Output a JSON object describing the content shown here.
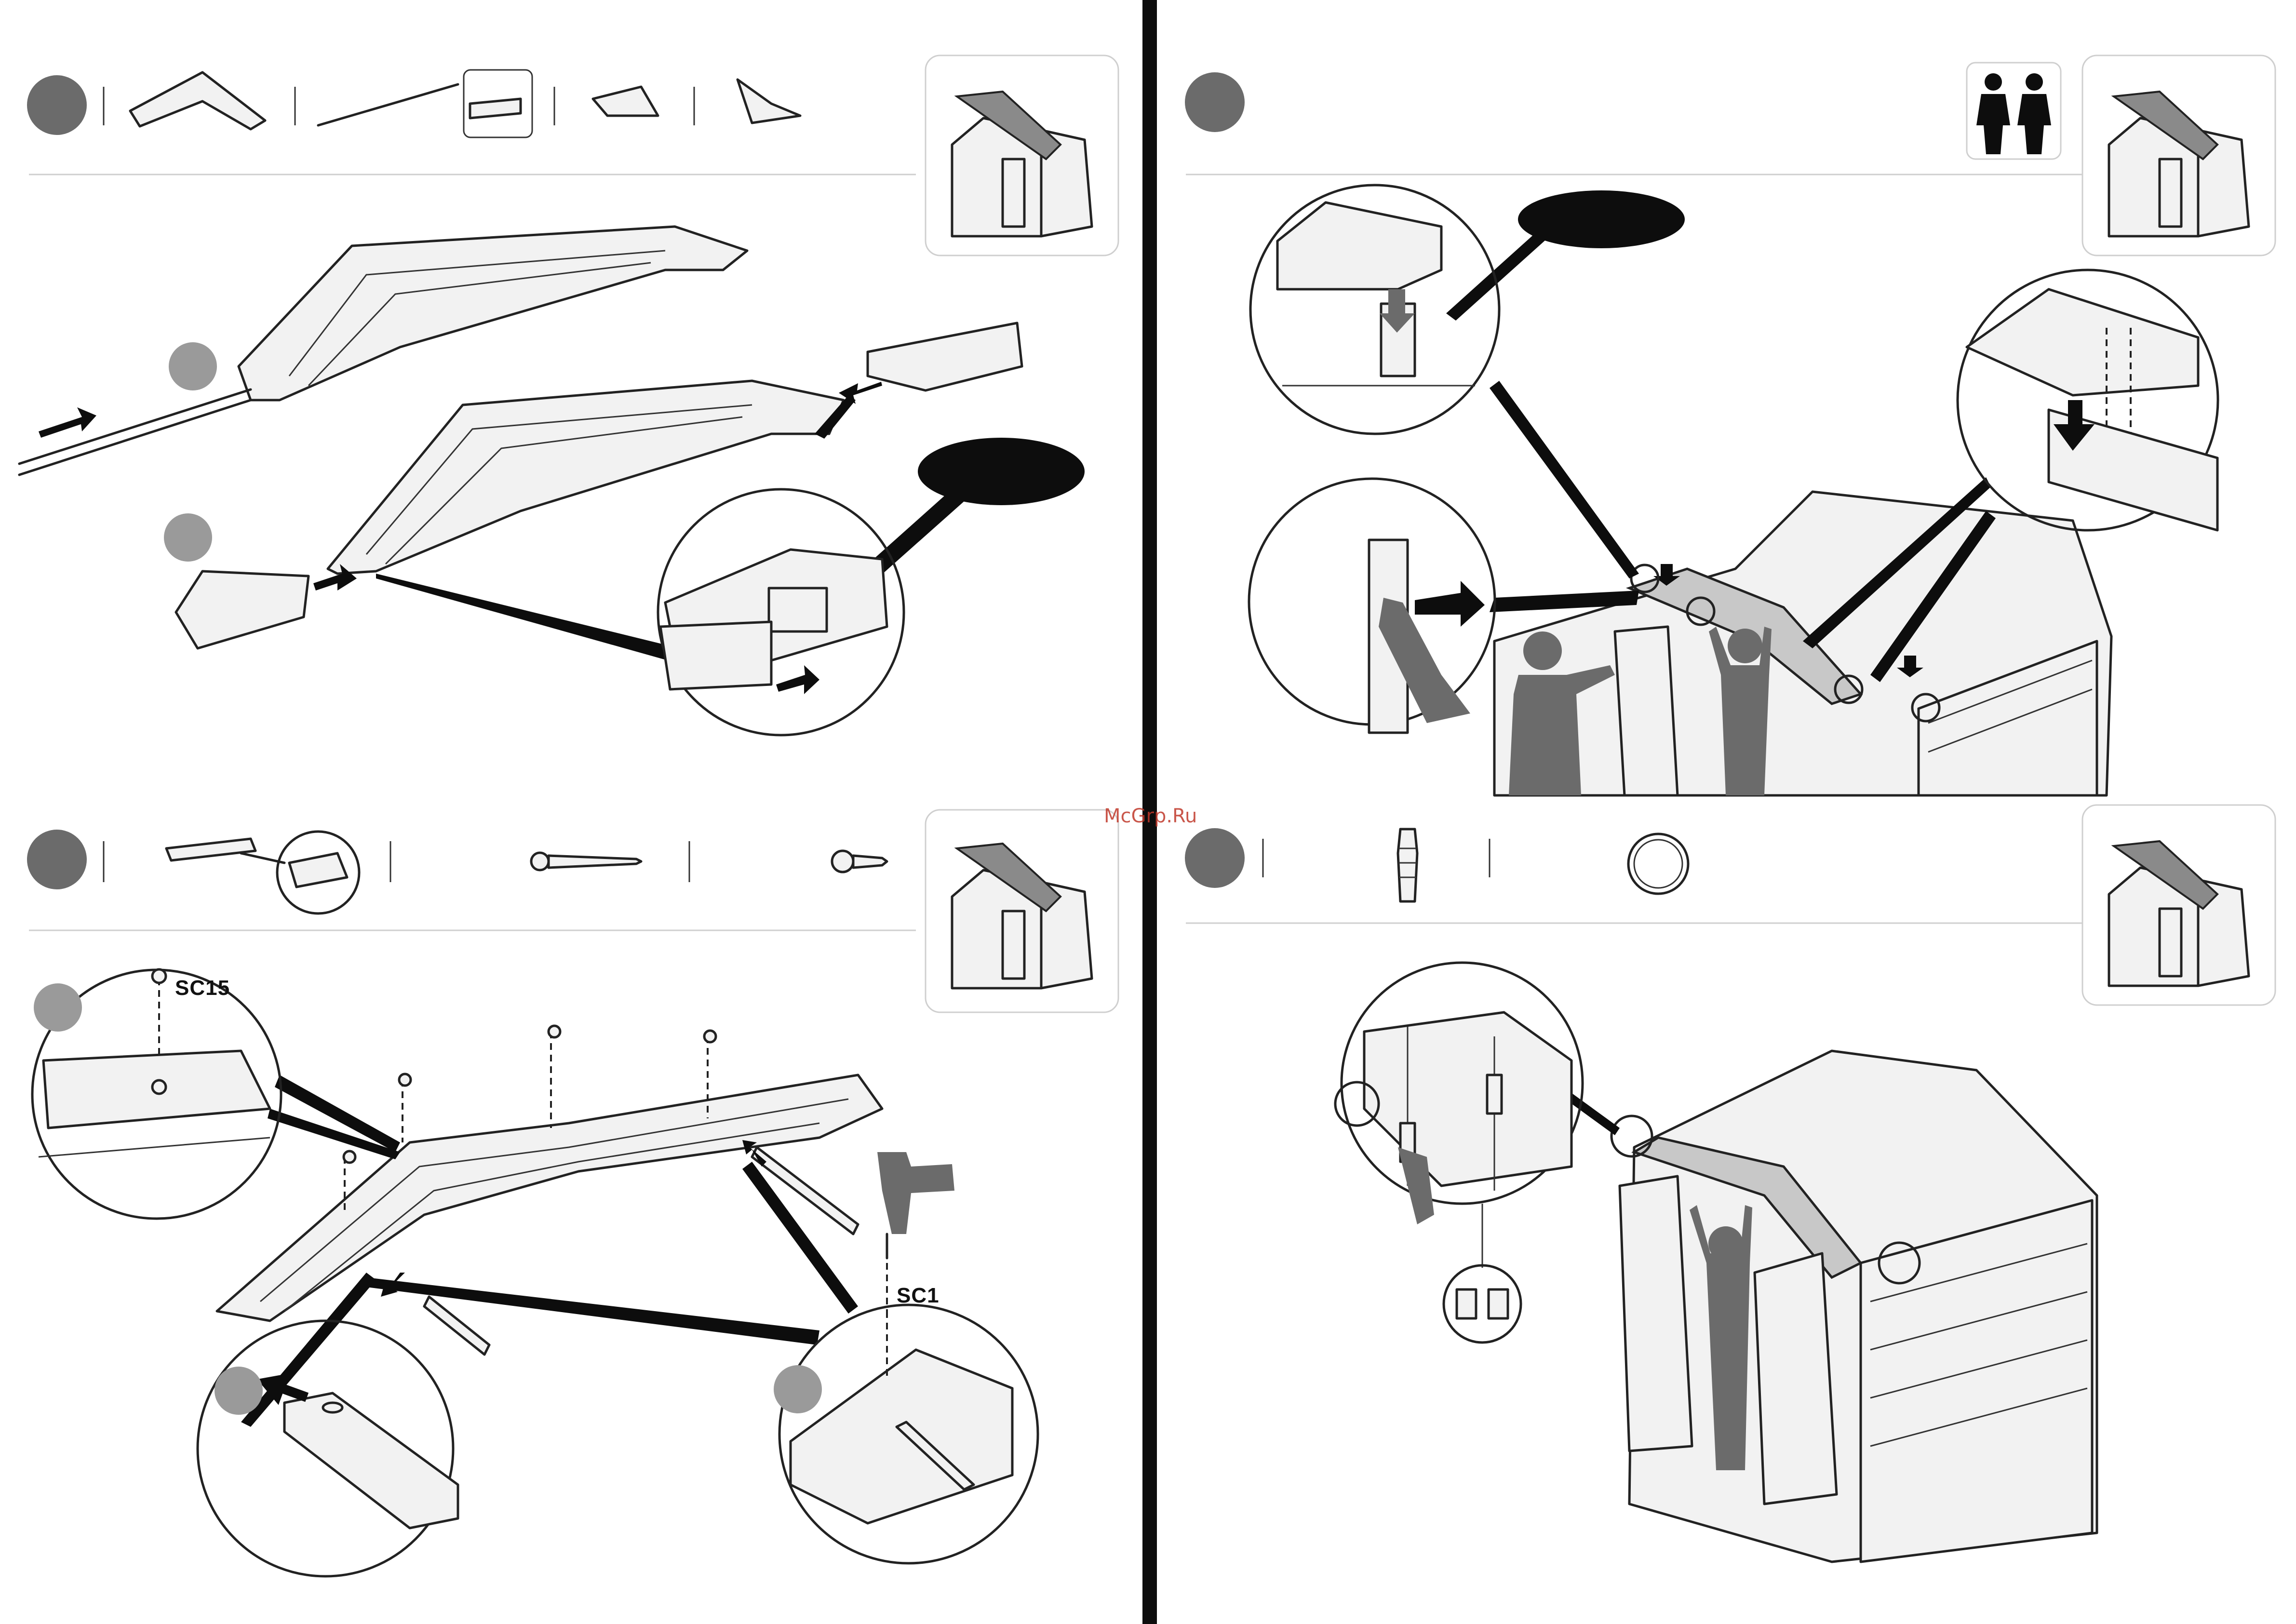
{
  "labels": {
    "sc15": "SC15",
    "sc1": "SC1"
  },
  "watermark": "McGrp.Ru",
  "colors": {
    "step_badge": "#6b6b6b",
    "sub_badge": "#9a9a9a",
    "callout": "#0d0d0d",
    "divider": "#0d0d0d",
    "ink": "#222222"
  },
  "icons": [
    "two-person-icon",
    "shed-thumbnail-icon",
    "drill-icon",
    "screw-icon",
    "wall-anchor-icon",
    "washer-ring-icon",
    "arrow-icon"
  ]
}
